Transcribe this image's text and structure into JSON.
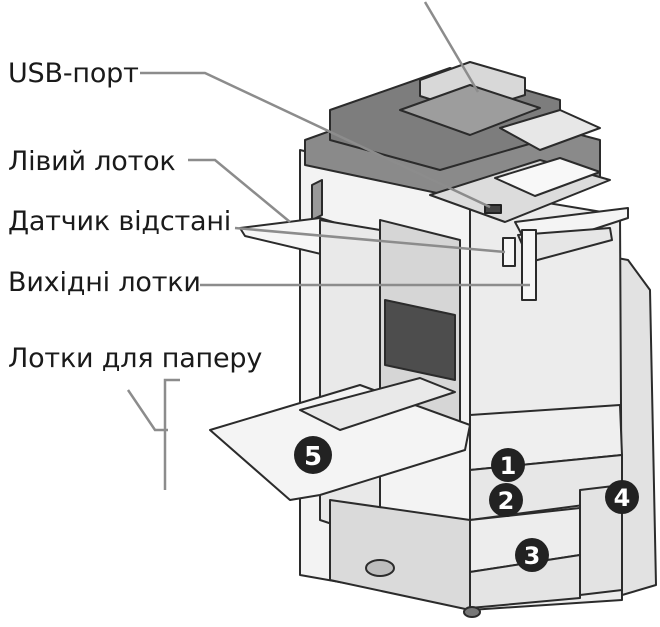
{
  "labels": {
    "usb_port": "USB-порт",
    "left_tray": "Лівий лоток",
    "distance_sensor": "Датчик відстані",
    "output_trays": "Вихідні лотки",
    "paper_trays": "Лотки для паперу"
  },
  "badges": [
    "1",
    "2",
    "3",
    "4",
    "5"
  ],
  "colors": {
    "body_light": "#f0f0f0",
    "body_shadow": "#c9c9c9",
    "dark_panel": "#8a8a8a",
    "outline": "#2b2b2b",
    "leader": "#8c8c8c",
    "badge": "#222222"
  }
}
